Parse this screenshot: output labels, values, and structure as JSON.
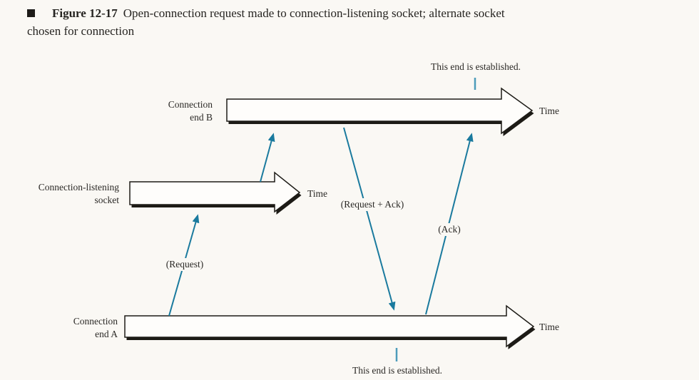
{
  "colors": {
    "page_bg": "#faf8f4",
    "ink": "#262421",
    "arrow_fill": "#fefdfb",
    "arrow_outline": "#1d1b16",
    "message_blue": "#1a7a9e",
    "tick_blue": "#4d9cba"
  },
  "caption": {
    "bullet_icon": "black-square",
    "figure_label": "Figure 12-17",
    "line1": "Open-connection request made to connection-listening socket; alternate socket",
    "line2": "chosen for connection"
  },
  "timelines": [
    {
      "name": "Connection end B",
      "label_line1": "Connection",
      "label_line2": "end B",
      "axis_label": "Time"
    },
    {
      "name": "Connection-listening socket",
      "label_line1": "Connection-listening",
      "label_line2": "socket",
      "axis_label": "Time"
    },
    {
      "name": "Connection end A",
      "label_line1": "Connection",
      "label_line2": "end A",
      "axis_label": "Time"
    }
  ],
  "messages": [
    {
      "label": "(Request)",
      "from": "Connection end A",
      "to": "Connection-listening socket"
    },
    {
      "label": "",
      "from": "Connection-listening socket",
      "to": "Connection end B"
    },
    {
      "label": "(Request + Ack)",
      "from": "Connection end B",
      "to": "Connection end A"
    },
    {
      "label": "(Ack)",
      "from": "Connection end A",
      "to": "Connection end B"
    }
  ],
  "annotations": {
    "top": "This end is established.",
    "bottom": "This end is established."
  }
}
